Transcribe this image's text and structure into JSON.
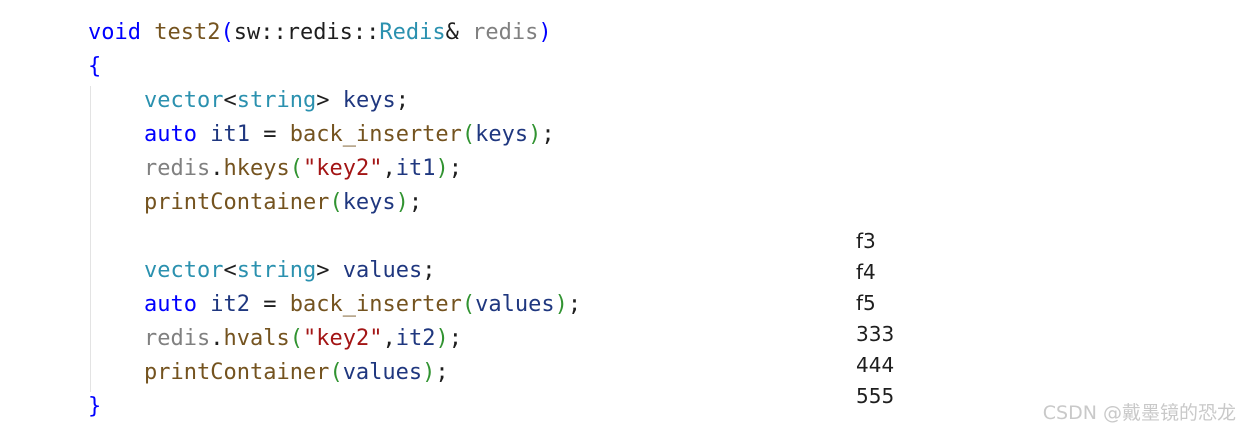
{
  "code": {
    "lines": [
      [
        {
          "text": "void",
          "cls": "keyword"
        },
        {
          "text": " ",
          "cls": "text"
        },
        {
          "text": "test2",
          "cls": "func"
        },
        {
          "text": "(",
          "cls": "paren"
        },
        {
          "text": "sw::redis::",
          "cls": "text"
        },
        {
          "text": "Redis",
          "cls": "type"
        },
        {
          "text": "& ",
          "cls": "text"
        },
        {
          "text": "redis",
          "cls": "param"
        },
        {
          "text": ")",
          "cls": "paren"
        }
      ],
      [
        {
          "text": "{",
          "cls": "paren"
        }
      ],
      [
        {
          "text": "vector",
          "cls": "type"
        },
        {
          "text": "<",
          "cls": "text"
        },
        {
          "text": "string",
          "cls": "type"
        },
        {
          "text": "> ",
          "cls": "text"
        },
        {
          "text": "keys",
          "cls": "var"
        },
        {
          "text": ";",
          "cls": "punct"
        }
      ],
      [
        {
          "text": "auto",
          "cls": "keyword"
        },
        {
          "text": " ",
          "cls": "text"
        },
        {
          "text": "it1",
          "cls": "var"
        },
        {
          "text": " = ",
          "cls": "text"
        },
        {
          "text": "back_inserter",
          "cls": "func"
        },
        {
          "text": "(",
          "cls": "paren2"
        },
        {
          "text": "keys",
          "cls": "var"
        },
        {
          "text": ")",
          "cls": "paren2"
        },
        {
          "text": ";",
          "cls": "punct"
        }
      ],
      [
        {
          "text": "redis",
          "cls": "param"
        },
        {
          "text": ".",
          "cls": "text"
        },
        {
          "text": "hkeys",
          "cls": "func"
        },
        {
          "text": "(",
          "cls": "paren2"
        },
        {
          "text": "\"key2\"",
          "cls": "string"
        },
        {
          "text": ",",
          "cls": "text"
        },
        {
          "text": "it1",
          "cls": "var"
        },
        {
          "text": ")",
          "cls": "paren2"
        },
        {
          "text": ";",
          "cls": "punct"
        }
      ],
      [
        {
          "text": "printContainer",
          "cls": "func"
        },
        {
          "text": "(",
          "cls": "paren2"
        },
        {
          "text": "keys",
          "cls": "var"
        },
        {
          "text": ")",
          "cls": "paren2"
        },
        {
          "text": ";",
          "cls": "punct"
        }
      ],
      [],
      [
        {
          "text": "vector",
          "cls": "type"
        },
        {
          "text": "<",
          "cls": "text"
        },
        {
          "text": "string",
          "cls": "type"
        },
        {
          "text": "> ",
          "cls": "text"
        },
        {
          "text": "values",
          "cls": "var"
        },
        {
          "text": ";",
          "cls": "punct"
        }
      ],
      [
        {
          "text": "auto",
          "cls": "keyword"
        },
        {
          "text": " ",
          "cls": "text"
        },
        {
          "text": "it2",
          "cls": "var"
        },
        {
          "text": " = ",
          "cls": "text"
        },
        {
          "text": "back_inserter",
          "cls": "func"
        },
        {
          "text": "(",
          "cls": "paren2"
        },
        {
          "text": "values",
          "cls": "var"
        },
        {
          "text": ")",
          "cls": "paren2"
        },
        {
          "text": ";",
          "cls": "punct"
        }
      ],
      [
        {
          "text": "redis",
          "cls": "param"
        },
        {
          "text": ".",
          "cls": "text"
        },
        {
          "text": "hvals",
          "cls": "func"
        },
        {
          "text": "(",
          "cls": "paren2"
        },
        {
          "text": "\"key2\"",
          "cls": "string"
        },
        {
          "text": ",",
          "cls": "text"
        },
        {
          "text": "it2",
          "cls": "var"
        },
        {
          "text": ")",
          "cls": "paren2"
        },
        {
          "text": ";",
          "cls": "punct"
        }
      ],
      [
        {
          "text": "printContainer",
          "cls": "func"
        },
        {
          "text": "(",
          "cls": "paren2"
        },
        {
          "text": "values",
          "cls": "var"
        },
        {
          "text": ")",
          "cls": "paren2"
        },
        {
          "text": ";",
          "cls": "punct"
        }
      ],
      [
        {
          "text": "}",
          "cls": "paren"
        }
      ]
    ]
  },
  "output": {
    "lines": [
      "f3",
      "f4",
      "f5",
      "333",
      "444",
      "555"
    ]
  },
  "watermark": "CSDN @戴墨镜的恐龙",
  "colors": {
    "keyword": "#0000ff",
    "function": "#74531f",
    "type": "#2b91af",
    "variable": "#1f377f",
    "parameter": "#808080",
    "string": "#a31515",
    "bracket_nested": "#319331"
  }
}
